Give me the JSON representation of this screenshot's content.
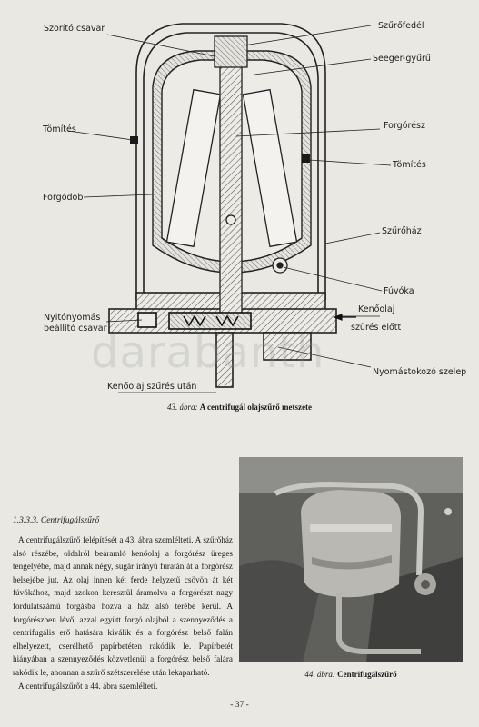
{
  "figure43": {
    "labels": {
      "szorito_csavar": "Szorító csavar",
      "szurofedel": "Szűrőfedél",
      "seeger_gyuru": "Seeger-gyűrű",
      "tomites_left": "Tömítés",
      "forgoresz": "Forgórész",
      "tomites_right": "Tömítés",
      "forgodob": "Forgódob",
      "szurohaz": "Szűrőház",
      "fuvoka": "Fúvóka",
      "nyitonyomas_1": "Nyitónyomás",
      "nyitonyomas_2": "beállító csavar",
      "kenoolaj_elott_1": "Kenőolaj",
      "kenoolaj_elott_2": "szűrés előtt",
      "nyomastokozo": "Nyomástokozó szelep",
      "kenoolaj_utan": "Kenőolaj szűrés után"
    },
    "caption_number": "43. ábra:",
    "caption_title": "A centrifugál olajszűrő metszete"
  },
  "section": {
    "title": "1.3.3.3. Centrifugálszűrő",
    "paragraphs": [
      "A centrifugálszűrő felépítését a 43. ábra szemlélteti. A szűrőház alsó részébe, oldalról beáramló kenőolaj a forgórész üreges tengelyébe, majd annak négy, sugár irányú furatán át a forgórész belsejébe jut. Az olaj innen két ferde helyzetű csövön át két fúvókához, majd azokon keresztül áramolva a forgórészt nagy fordulatszámú forgásba hozva a ház alsó terébe kerül. A forgórészben lévő, azzal együtt forgó olajból a szennyeződés a centrifugális erő hatására kiválik és a forgórész belső falán elhelyezett, cserélhető papírbetéten rakódik le. Papírbetét hiányában a szennyeződés közvetlenül a forgórész belső falára rakódik le, ahonnan a szűrő szétszerelése után lekaparható.",
      "A centrifugálszűrőt a 44. ábra szemlélteti."
    ]
  },
  "figure44": {
    "caption_number": "44. ábra:",
    "caption_title": "Centrifugálszűrő"
  },
  "page_number": "- 37 -",
  "watermark": "darabanth"
}
